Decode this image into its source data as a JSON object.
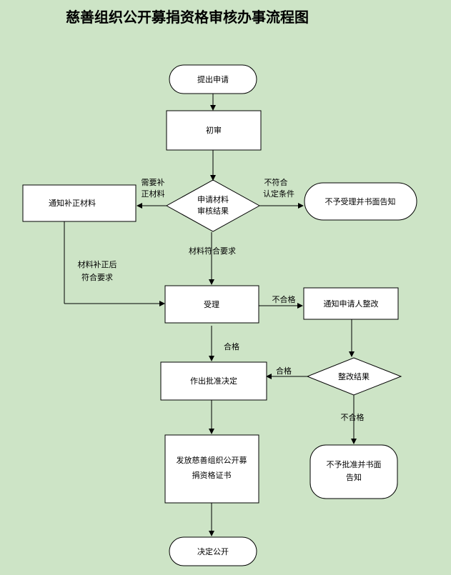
{
  "title": "慈善组织公开募捐资格审核办事流程图",
  "nodes": {
    "apply": "提出申请",
    "initial_review": "初审",
    "check_result": [
      "申请材料",
      "审核结果"
    ],
    "notify_supplement": "通知补正材料",
    "reject_notice": "不予受理并书面告知",
    "accept": "受理",
    "notify_rectify": "通知申请人整改",
    "approve_decision": "作出批准决定",
    "rectify_result": "整改结果",
    "issue_certificate": [
      "发放慈善组织公开募",
      "捐资格证书"
    ],
    "deny_notice": [
      "不予批准并书面",
      "告知"
    ],
    "publish": "决定公开"
  },
  "edges": {
    "need_supplement": [
      "需要补",
      "正材料"
    ],
    "not_eligible": [
      "不符合",
      "认定条件"
    ],
    "materials_ok": "材料符合要求",
    "supplement_ok": [
      "材料补正后",
      "符合要求"
    ],
    "unqualified": "不合格",
    "qualified_down": "合格",
    "qualified_left": "合格",
    "unqualified_down": "不合格"
  }
}
